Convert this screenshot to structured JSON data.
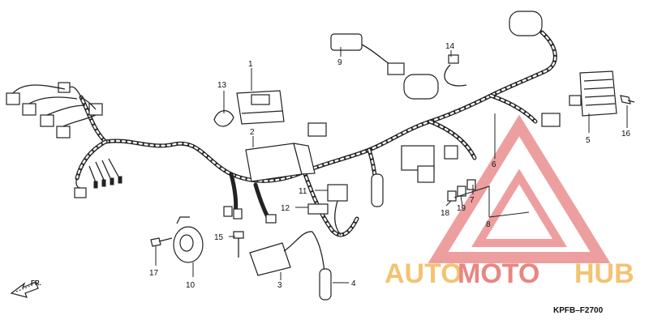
{
  "diagram": {
    "code": "KPFB–F2700",
    "direction_label": "FR.",
    "watermark": {
      "part_a": "AUTO",
      "part_b": "MOTO",
      "part_c": "HUB",
      "color_a": "#f2b95a",
      "color_b": "#e7706a",
      "color_c": "#f2b95a",
      "triangle_color": "#e87f7f"
    },
    "callouts": [
      {
        "id": "1",
        "label": "1"
      },
      {
        "id": "2",
        "label": "2"
      },
      {
        "id": "3",
        "label": "3"
      },
      {
        "id": "4",
        "label": "4"
      },
      {
        "id": "5",
        "label": "5"
      },
      {
        "id": "6",
        "label": "6"
      },
      {
        "id": "7",
        "label": "7"
      },
      {
        "id": "8",
        "label": "8"
      },
      {
        "id": "9",
        "label": "9"
      },
      {
        "id": "10",
        "label": "10"
      },
      {
        "id": "11",
        "label": "11"
      },
      {
        "id": "12",
        "label": "12"
      },
      {
        "id": "13",
        "label": "13"
      },
      {
        "id": "14",
        "label": "14"
      },
      {
        "id": "15",
        "label": "15"
      },
      {
        "id": "16",
        "label": "16"
      },
      {
        "id": "17",
        "label": "17"
      },
      {
        "id": "18",
        "label": "18"
      },
      {
        "id": "19",
        "label": "19"
      }
    ]
  }
}
